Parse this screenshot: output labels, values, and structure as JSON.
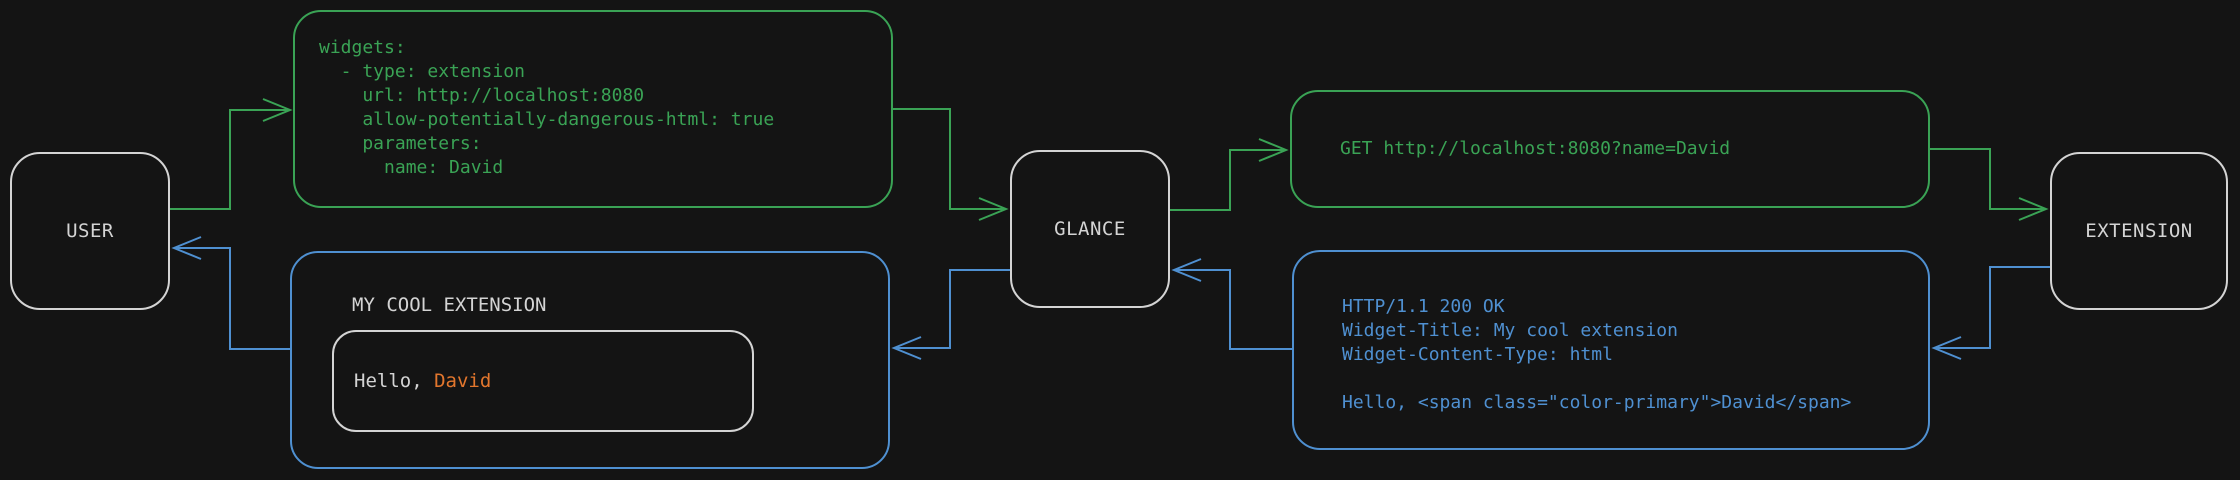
{
  "diagram": {
    "nodes": [
      {
        "id": "user",
        "label": "USER"
      },
      {
        "id": "glance",
        "label": "GLANCE"
      },
      {
        "id": "extension",
        "label": "EXTENSION"
      }
    ],
    "config_box": {
      "lines": [
        "widgets:",
        "  - type: extension",
        "    url: http://localhost:8080",
        "    allow-potentially-dangerous-html: true",
        "    parameters:",
        "      name: David"
      ]
    },
    "request_box": {
      "line": "GET http://localhost:8080?name=David"
    },
    "response_box": {
      "lines": [
        "HTTP/1.1 200 OK",
        "Widget-Title: My cool extension",
        "Widget-Content-Type: html",
        "",
        "Hello, <span class=\"color-primary\">David</span>"
      ]
    },
    "widget_box": {
      "title": "MY COOL EXTENSION",
      "greeting_prefix": "Hello, ",
      "greeting_highlight": "David"
    },
    "colors": {
      "request_flow": "#3aa355",
      "response_flow": "#4f90d1",
      "highlight": "#e2762d",
      "neutral": "#d4d4d4",
      "background": "#141414"
    }
  }
}
